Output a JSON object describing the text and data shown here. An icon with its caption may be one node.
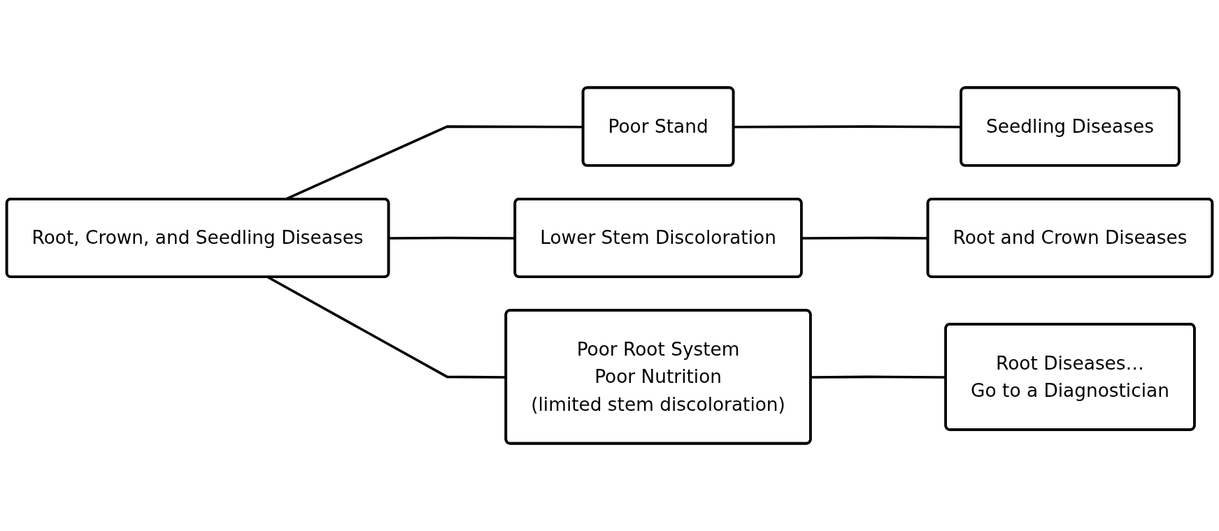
{
  "diagram": {
    "nodes": [
      {
        "text": [
          "Root, Crown, and Seedling Diseases"
        ]
      },
      {
        "text": [
          "Poor Stand"
        ]
      },
      {
        "text": [
          "Seedling Diseases"
        ]
      },
      {
        "text": [
          "Lower Stem Discoloration"
        ]
      },
      {
        "text": [
          "Root and Crown Diseases"
        ]
      },
      {
        "text": [
          "Poor Root System",
          "Poor Nutrition",
          "(limited stem discoloration)"
        ]
      },
      {
        "text": [
          "Root Diseases…",
          "Go to a Diagnostician"
        ]
      }
    ],
    "edges": [
      {
        "from": 0,
        "to": 1,
        "arrow": "none"
      },
      {
        "from": 0,
        "to": 3,
        "arrow": "none"
      },
      {
        "from": 0,
        "to": 5,
        "arrow": "none"
      },
      {
        "from": 1,
        "to": 2,
        "arrow": "none"
      },
      {
        "from": 3,
        "to": 4,
        "arrow": "none"
      },
      {
        "from": 5,
        "to": 6,
        "arrow": "none"
      }
    ]
  }
}
